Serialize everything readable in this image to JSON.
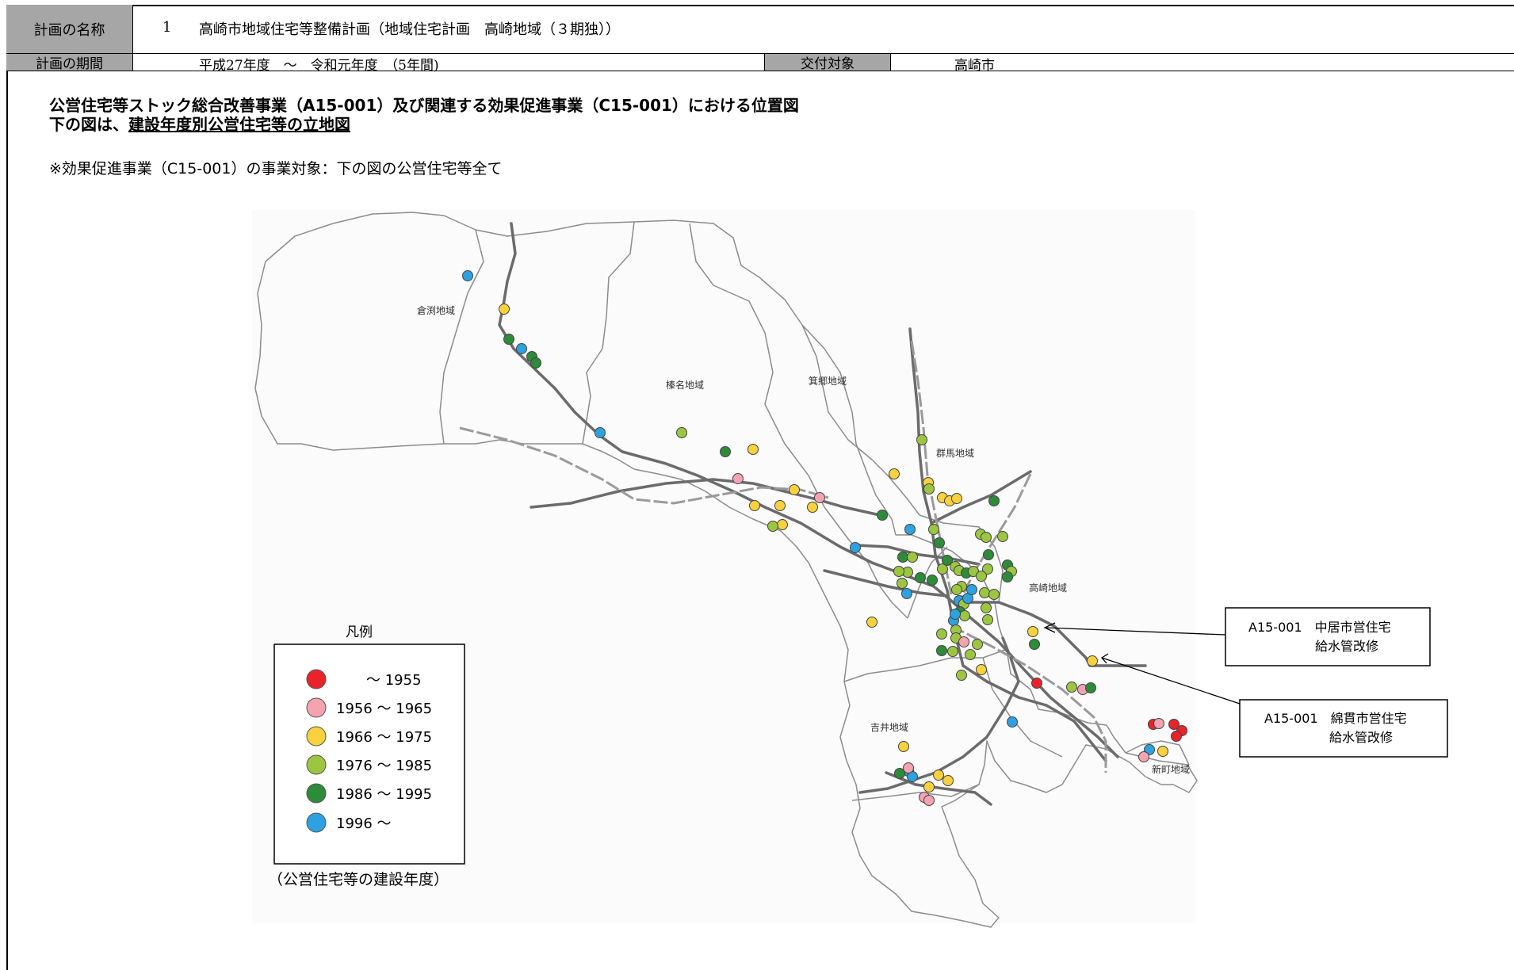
{
  "header": {
    "plan_name_label": "計画の名称",
    "plan_number": "1",
    "plan_name": "高崎市地域住宅等整備計画（地域住宅計画　高崎地域（３期独））",
    "plan_period_label": "計画の期間",
    "plan_period": "平成27年度　～　令和元年度　（5年間)",
    "grant_target_label": "交付対象",
    "grant_target": "高崎市"
  },
  "titles": {
    "line1": "公営住宅等ストック総合改善事業（A15-001）及び関連する効果促進事業（C15-001）における位置図",
    "line2_prefix": "下の図は、",
    "line2_underlined": "建設年度別公営住宅等の立地図",
    "note": "※効果促進事業（C15-001）の事業対象：下の図の公営住宅等全て"
  },
  "map": {
    "regions": {
      "kurabuchi": "倉渕地域",
      "haruna": "榛名地域",
      "misato": "箕郷地域",
      "gunma": "群馬地域",
      "takasaki": "高崎地域",
      "yoshii": "吉井地域",
      "shinmachi": "新町地域"
    },
    "callouts": [
      {
        "line1": "A15-001　中居市営住宅",
        "line2": "給水管改修"
      },
      {
        "line1": "A15-001　綿貫市営住宅",
        "line2": "給水管改修"
      }
    ],
    "legend": {
      "title": "凡例",
      "caption": "（公営住宅等の建設年度）",
      "items": [
        {
          "label": "～ 1955",
          "color": "#e8242a"
        },
        {
          "label": "1956 ～ 1965",
          "color": "#f4a3b1"
        },
        {
          "label": "1966 ～ 1975",
          "color": "#f7d23e"
        },
        {
          "label": "1976 ～ 1985",
          "color": "#9cc641"
        },
        {
          "label": "1986 ～ 1995",
          "color": "#2e8b3a"
        },
        {
          "label": "1996 ～",
          "color": "#2ea2e0"
        }
      ]
    },
    "colors": {
      "c1955": "#e8242a",
      "c1965": "#f4a3b1",
      "c1975": "#f7d23e",
      "c1985": "#9cc641",
      "c1995": "#2e8b3a",
      "c1996": "#2ea2e0",
      "header_gray": "#a6a6a6",
      "road": "#6b6b6b",
      "boundary": "#8c8c8c"
    }
  }
}
